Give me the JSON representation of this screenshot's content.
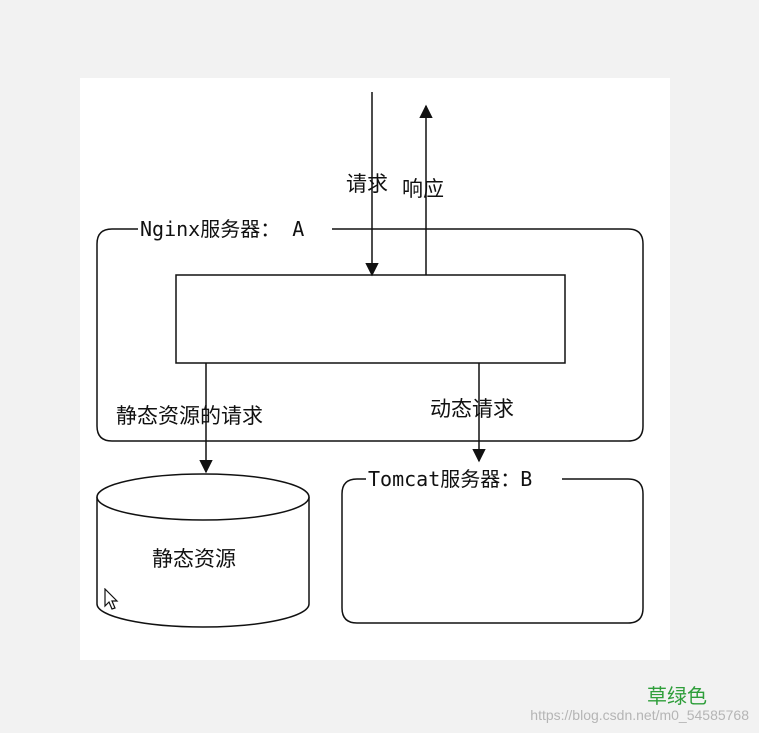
{
  "labels": {
    "request_in": "请求",
    "response_out": "响应",
    "nginx_server": "Nginx服务器： A",
    "static_request": "静态资源的请求",
    "dynamic_request": "动态请求",
    "tomcat_server": "Tomcat服务器：B",
    "static_resource": "静态资源"
  },
  "watermark": {
    "brand": "草绿色",
    "url": "https://blog.csdn.net/m0_54585768"
  },
  "colors": {
    "line": "#111111",
    "page_background": "#f2f2f2",
    "diagram_background": "#ffffff",
    "brand_green": "#2e9e3a"
  }
}
